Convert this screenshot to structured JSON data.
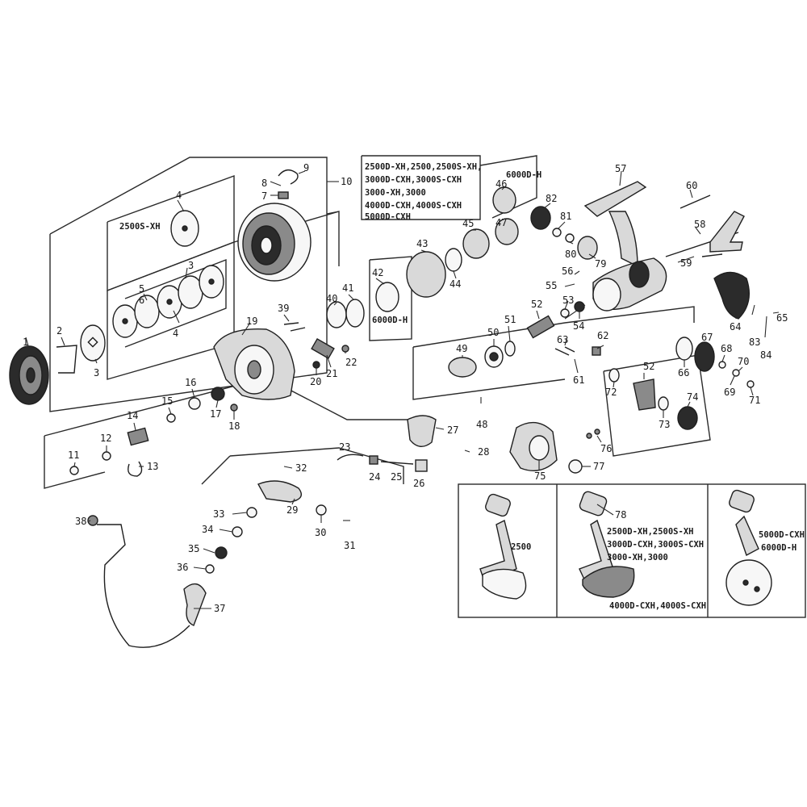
{
  "diagram": {
    "part_numbers": [
      "1",
      "2",
      "3",
      "4",
      "5",
      "6",
      "7",
      "8",
      "9",
      "10",
      "11",
      "12",
      "13",
      "14",
      "15",
      "16",
      "17",
      "18",
      "19",
      "20",
      "21",
      "22",
      "23",
      "24",
      "25",
      "26",
      "27",
      "28",
      "29",
      "30",
      "31",
      "32",
      "33",
      "34",
      "35",
      "36",
      "37",
      "38",
      "39",
      "40",
      "41",
      "42",
      "43",
      "44",
      "45",
      "46",
      "47",
      "48",
      "49",
      "50",
      "51",
      "52",
      "53",
      "54",
      "55",
      "56",
      "57",
      "58",
      "59",
      "60",
      "61",
      "62",
      "63",
      "64",
      "65",
      "66",
      "67",
      "68",
      "69",
      "70",
      "71",
      "72",
      "73",
      "74",
      "75",
      "76",
      "77",
      "78",
      "79",
      "80",
      "81",
      "82",
      "83",
      "84"
    ],
    "extra_labels": {
      "num_4_upper": "4",
      "num_4_lower": "4",
      "num_52_lower": "52"
    },
    "captions": {
      "spool_variant": "2500S-XH",
      "model_6000dh_a": "6000D-H",
      "model_6000dh_b": "6000D-H",
      "models_list": [
        "2500D-XH,2500,2500S-XH,",
        "3000D-CXH,3000S-CXH",
        "3000-XH,3000",
        "4000D-CXH,4000S-CXH",
        "5000D-CXH"
      ],
      "handle_2500": "2500",
      "handle_mid_list": [
        "2500D-XH,2500S-XH",
        "3000D-CXH,3000S-CXH",
        "3000-XH,3000"
      ],
      "handle_mid_bottom": "4000D-CXH,4000S-CXH",
      "handle_right_list": [
        "5000D-CXH",
        "6000D-H"
      ]
    }
  }
}
